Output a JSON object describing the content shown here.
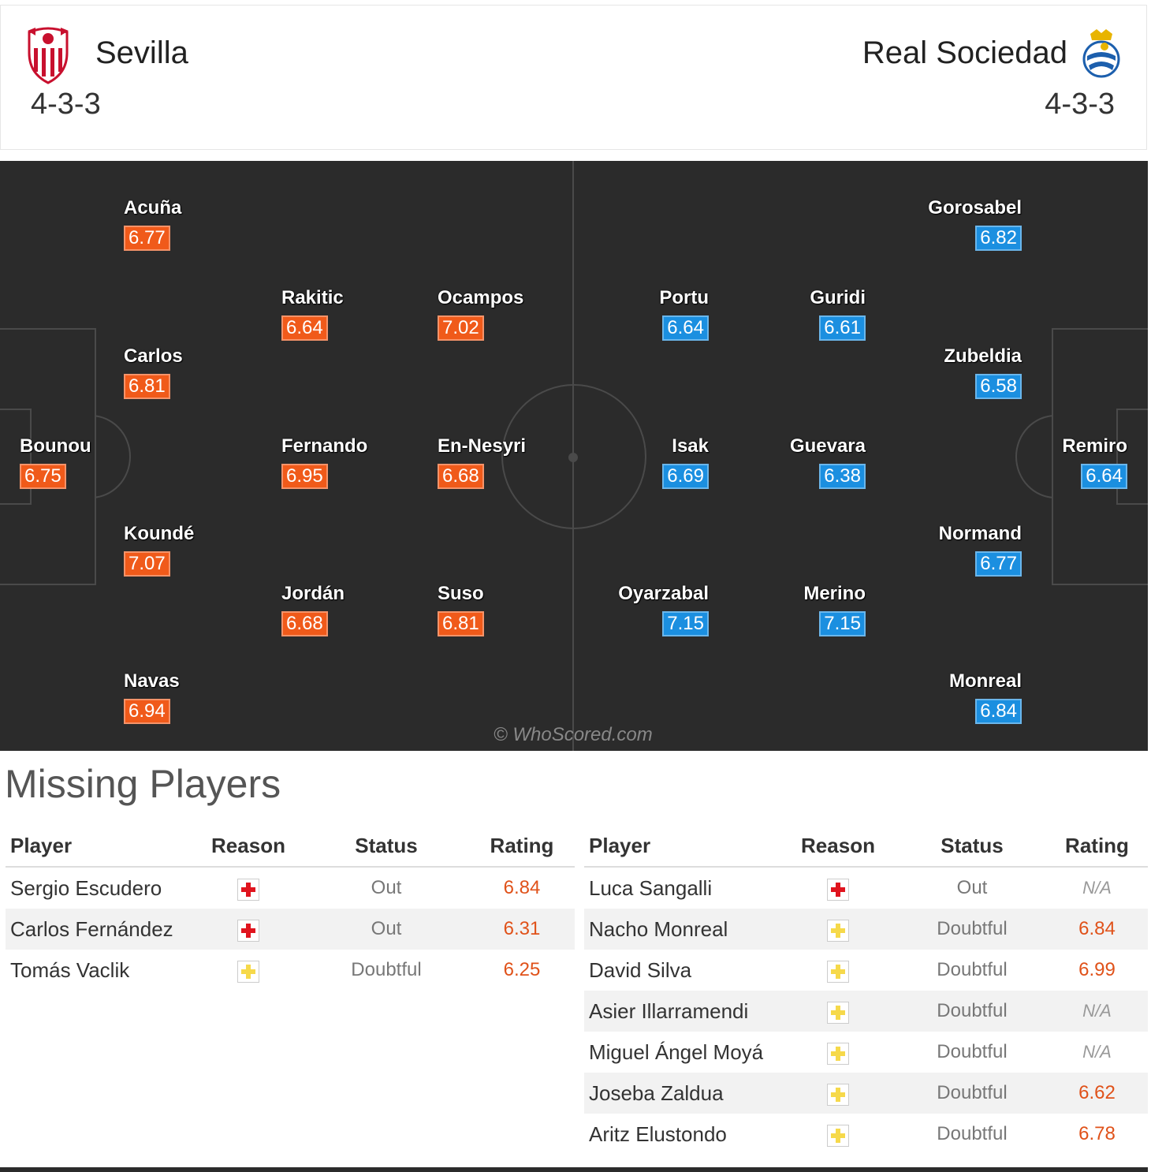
{
  "home": {
    "name": "Sevilla",
    "formation": "4-3-3",
    "color": "#f05a1a"
  },
  "away": {
    "name": "Real Sociedad",
    "formation": "4-3-3",
    "color": "#1b8fe0"
  },
  "home_players": [
    {
      "name": "Acuña",
      "rating": "6.77"
    },
    {
      "name": "Rakitic",
      "rating": "6.64"
    },
    {
      "name": "Ocampos",
      "rating": "7.02"
    },
    {
      "name": "Carlos",
      "rating": "6.81"
    },
    {
      "name": "Bounou",
      "rating": "6.75"
    },
    {
      "name": "Fernando",
      "rating": "6.95"
    },
    {
      "name": "En-Nesyri",
      "rating": "6.68"
    },
    {
      "name": "Koundé",
      "rating": "7.07"
    },
    {
      "name": "Jordán",
      "rating": "6.68"
    },
    {
      "name": "Suso",
      "rating": "6.81"
    },
    {
      "name": "Navas",
      "rating": "6.94"
    }
  ],
  "away_players": [
    {
      "name": "Gorosabel",
      "rating": "6.82"
    },
    {
      "name": "Portu",
      "rating": "6.64"
    },
    {
      "name": "Guridi",
      "rating": "6.61"
    },
    {
      "name": "Zubeldia",
      "rating": "6.58"
    },
    {
      "name": "Isak",
      "rating": "6.69"
    },
    {
      "name": "Guevara",
      "rating": "6.38"
    },
    {
      "name": "Remiro",
      "rating": "6.64"
    },
    {
      "name": "Normand",
      "rating": "6.77"
    },
    {
      "name": "Oyarzabal",
      "rating": "7.15"
    },
    {
      "name": "Merino",
      "rating": "7.15"
    },
    {
      "name": "Monreal",
      "rating": "6.84"
    }
  ],
  "watermark": "© WhoScored.com",
  "missing": {
    "title": "Missing Players",
    "headers": [
      "Player",
      "Reason",
      "Status",
      "Rating"
    ],
    "home": [
      {
        "player": "Sergio Escudero",
        "reason": "injury",
        "status": "Out",
        "rating": "6.84"
      },
      {
        "player": "Carlos Fernández",
        "reason": "injury",
        "status": "Out",
        "rating": "6.31"
      },
      {
        "player": "Tomás Vaclik",
        "reason": "doubt",
        "status": "Doubtful",
        "rating": "6.25"
      }
    ],
    "away": [
      {
        "player": "Luca Sangalli",
        "reason": "injury",
        "status": "Out",
        "rating": "N/A"
      },
      {
        "player": "Nacho Monreal",
        "reason": "doubt",
        "status": "Doubtful",
        "rating": "6.84"
      },
      {
        "player": "David Silva",
        "reason": "doubt",
        "status": "Doubtful",
        "rating": "6.99"
      },
      {
        "player": "Asier Illarramendi",
        "reason": "doubt",
        "status": "Doubtful",
        "rating": "N/A"
      },
      {
        "player": "Miguel Ángel Moyá",
        "reason": "doubt",
        "status": "Doubtful",
        "rating": "N/A"
      },
      {
        "player": "Joseba Zaldua",
        "reason": "doubt",
        "status": "Doubtful",
        "rating": "6.62"
      },
      {
        "player": "Aritz Elustondo",
        "reason": "doubt",
        "status": "Doubtful",
        "rating": "6.78"
      }
    ]
  }
}
